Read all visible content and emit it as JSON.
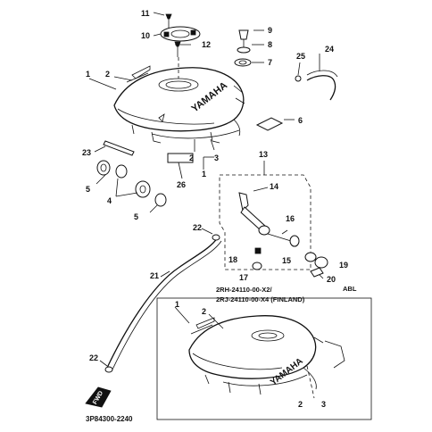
{
  "diagram": {
    "callouts": {
      "c1a": "1",
      "c2a": "2",
      "c2b": "2",
      "c3a": "3",
      "c1b": "1",
      "c4": "4",
      "c5a": "5",
      "c5b": "5",
      "c6": "6",
      "c7": "7",
      "c8": "8",
      "c9": "9",
      "c10": "10",
      "c11": "11",
      "c12": "12",
      "c13": "13",
      "c14": "14",
      "c15": "15",
      "c16": "16",
      "c17": "17",
      "c18": "18",
      "c19": "19",
      "c20": "20",
      "c21": "21",
      "c22a": "22",
      "c22b": "22",
      "c23": "23",
      "c24": "24",
      "c25": "25",
      "c26": "26",
      "c1c": "1",
      "c2c": "2",
      "c2d": "2",
      "c3b": "3"
    },
    "tank_brand_upper": "YAMAHA",
    "tank_brand_lower": "YAMAHA",
    "inset": {
      "abl_label": "ABL",
      "part_line1": "2RH-24110-00-X2/",
      "part_line2": "2RJ-24110-00-X4 (FINLAND)"
    },
    "fwd_label": "FWD",
    "drawing_code": "3P84300-2240"
  }
}
